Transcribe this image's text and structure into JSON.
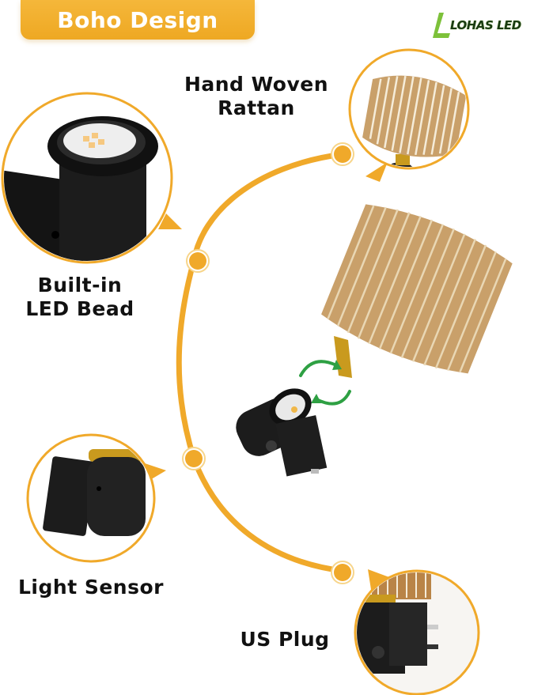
{
  "header": {
    "banner_title": "Boho Design",
    "brand_logo": "LOHAS LED"
  },
  "features": [
    {
      "id": "rattan",
      "line1": "Hand Woven",
      "line2": "Rattan"
    },
    {
      "id": "led",
      "line1": "Built-in",
      "line2": "LED Bead"
    },
    {
      "id": "sensor",
      "line1": "Light Sensor"
    },
    {
      "id": "plug",
      "line1": "US Plug"
    }
  ],
  "icons": {
    "rotate": "rotate-arrows-icon"
  },
  "colors": {
    "accent": "#f0a92a",
    "accent_light": "#f7c24c",
    "rattan": "#c9a06a",
    "rotate_arrow": "#2ea043",
    "product_black": "#1c1c1c",
    "brass": "#c99a1e",
    "logo_green": "#7dc13a",
    "logo_text": "#1a3b12"
  }
}
